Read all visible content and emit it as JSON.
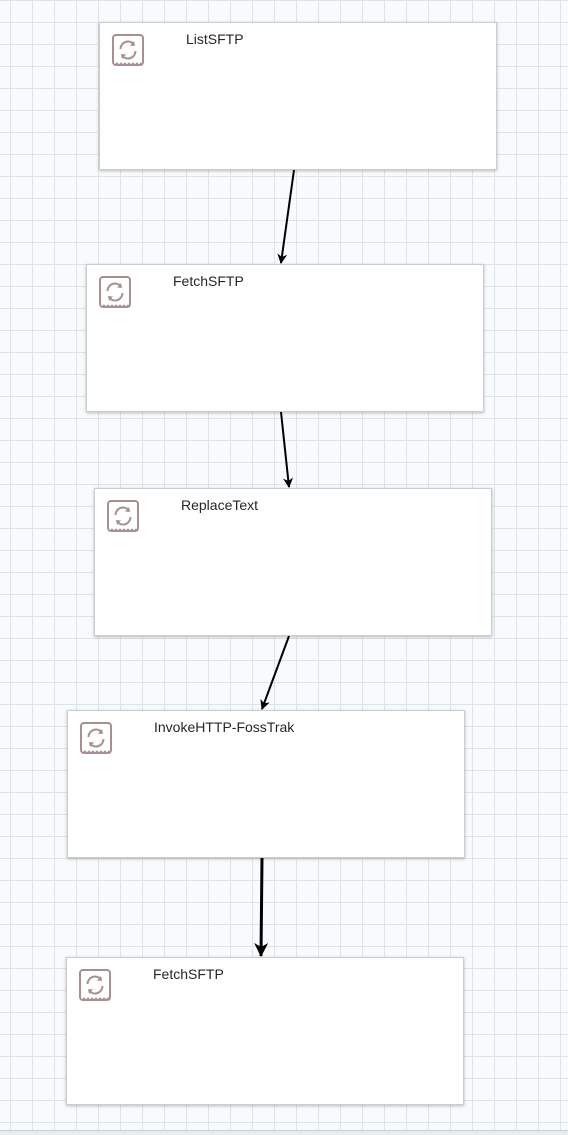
{
  "processors": [
    {
      "id": "p1",
      "name": "ListSFTP"
    },
    {
      "id": "p2",
      "name": "FetchSFTP"
    },
    {
      "id": "p3",
      "name": "ReplaceText"
    },
    {
      "id": "p4",
      "name": "InvokeHTTP-FossTrak"
    },
    {
      "id": "p5",
      "name": "FetchSFTP"
    }
  ],
  "connections": [
    {
      "from": "p1",
      "to": "p2"
    },
    {
      "from": "p2",
      "to": "p3"
    },
    {
      "from": "p3",
      "to": "p4"
    },
    {
      "from": "p4",
      "to": "p5",
      "selected": true
    }
  ],
  "colors": {
    "icon": "#a89090",
    "connection": "#000000"
  },
  "icons": {
    "processor": "processor-cycle-icon"
  }
}
